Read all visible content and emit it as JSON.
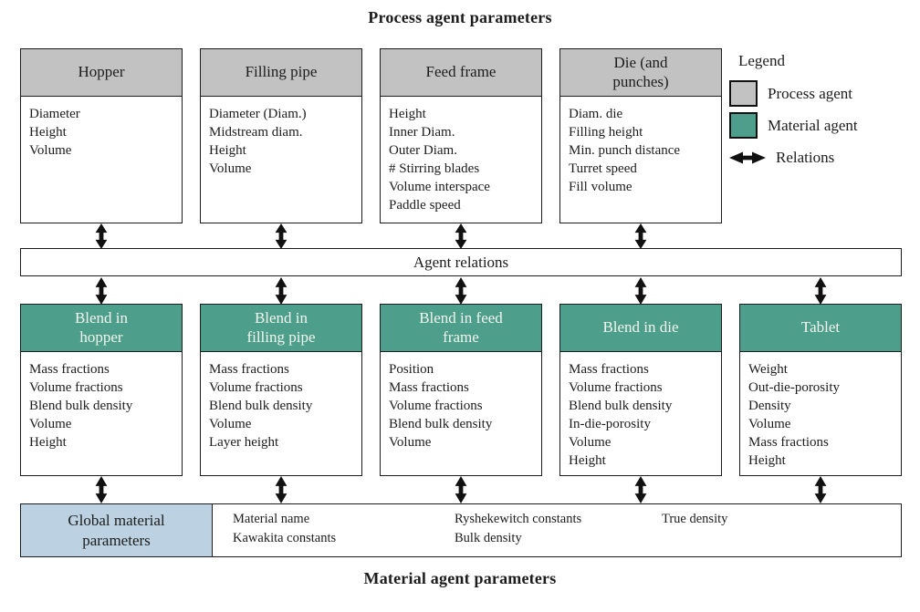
{
  "titles": {
    "top": "Process agent parameters",
    "bottom": "Material agent parameters"
  },
  "colors": {
    "process_agent_fill": "#c2c2c2",
    "material_agent_fill": "#4d9e8a",
    "global_material_fill": "#bcd2e2",
    "border": "#1c1c1c",
    "material_header_text": "#f3f6ef"
  },
  "process_agents": [
    {
      "title": "Hopper",
      "params": [
        "Diameter",
        "Height",
        "Volume"
      ]
    },
    {
      "title": "Filling pipe",
      "params": [
        "Diameter (Diam.)",
        "Midstream diam.",
        "Height",
        "Volume"
      ]
    },
    {
      "title": "Feed frame",
      "params": [
        "Height",
        "Inner Diam.",
        "Outer Diam.",
        "# Stirring blades",
        "Volume interspace",
        "Paddle speed"
      ]
    },
    {
      "title": "Die (and\npunches)",
      "params": [
        "Diam. die",
        "Filling height",
        "Min. punch distance",
        "Turret speed",
        "Fill volume"
      ]
    }
  ],
  "legend": {
    "title": "Legend",
    "process_label": "Process agent",
    "material_label": "Material agent",
    "relations_label": "Relations"
  },
  "relations_bar": {
    "label": "Agent relations"
  },
  "material_agents": [
    {
      "title": "Blend in\nhopper",
      "params": [
        "Mass fractions",
        "Volume fractions",
        "Blend bulk density",
        "Volume",
        "Height"
      ]
    },
    {
      "title": "Blend in\nfilling pipe",
      "params": [
        "Mass fractions",
        "Volume fractions",
        "Blend bulk density",
        "Volume",
        "Layer height"
      ]
    },
    {
      "title": "Blend in feed\nframe",
      "params": [
        "Position",
        "Mass fractions",
        "Volume fractions",
        "Blend bulk density",
        "Volume"
      ]
    },
    {
      "title": "Blend in die",
      "params": [
        "Mass fractions",
        "Volume fractions",
        "Blend bulk density",
        "In-die-porosity",
        "Volume",
        "Height"
      ]
    },
    {
      "title": "Tablet",
      "params": [
        "Weight",
        "Out-die-porosity",
        "Density",
        "Volume",
        "Mass fractions",
        "Height"
      ]
    }
  ],
  "global_bar": {
    "header": "Global material\nparameters",
    "columns": [
      [
        "Material name",
        "Kawakita constants"
      ],
      [
        "Ryshekewitch constants",
        "Bulk density"
      ],
      [
        "True density"
      ]
    ]
  }
}
